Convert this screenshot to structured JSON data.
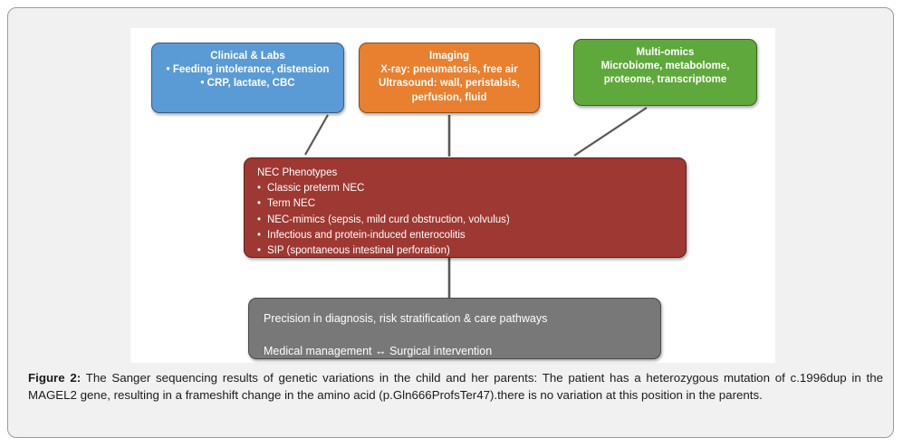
{
  "figure": {
    "caption_label": "Figure 2:",
    "caption_text": " The Sanger sequencing results of genetic variations in the child and her parents: The patient has a heterozygous mutation of c.1996dup in the MAGEL2 gene, resulting in a frameshift change in the amino acid (p.Gln666ProfsTer47).there is no variation at this position in the parents."
  },
  "colors": {
    "clinical": "#5b9bd5",
    "imaging": "#e8802f",
    "omics": "#5fa83c",
    "phenotypes": "#9e3832",
    "outcome": "#787878",
    "connector": "#595959",
    "frame_bg": "#f1f1f1",
    "canvas_bg": "#ffffff"
  },
  "diagram": {
    "clinical": {
      "title": "Clinical & Labs",
      "line1": "• Feeding intolerance, distension",
      "line2": "• CRP, lactate, CBC"
    },
    "imaging": {
      "title": "Imaging",
      "line1": "X-ray: pneumatosis, free air",
      "line2": "Ultrasound: wall, peristalsis,",
      "line3": "perfusion, fluid"
    },
    "omics": {
      "title": "Multi-omics",
      "line1": "Microbiome, metabolome,",
      "line2": "proteome, transcriptome"
    },
    "phenotypes": {
      "title": "NEC Phenotypes",
      "items": [
        "Classic preterm NEC",
        "Term NEC",
        "NEC-mimics (sepsis, mild curd obstruction, volvulus)",
        "Infectious and protein-induced enterocolitis",
        "SIP (spontaneous intestinal perforation)"
      ]
    },
    "outcome": {
      "line1": "Precision in diagnosis, risk stratification & care pathways",
      "line2": "Medical management ↔ Surgical intervention"
    }
  }
}
